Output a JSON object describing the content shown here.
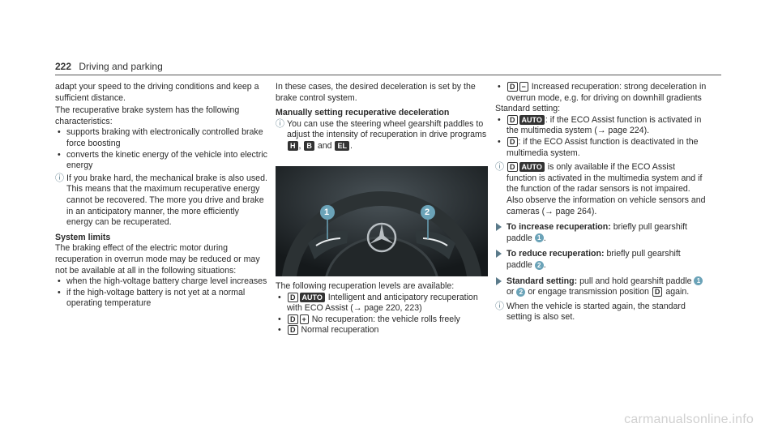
{
  "header": {
    "page_number": "222",
    "section": "Driving and parking"
  },
  "col1": {
    "p1": "adapt your speed to the driving conditions and keep a sufficient distance.",
    "p2": "The recuperative brake system has the following characteristics:",
    "bullets": [
      "supports braking with electronically controlled brake force boosting",
      "converts the kinetic energy of the vehicle into electric energy"
    ],
    "note": "If you brake hard, the mechanical brake is also used. This means that the maximum recuperative energy cannot be recovered. The more you drive and brake in an anticipatory manner, the more efficiently energy can be recuperated.",
    "heading": "System limits",
    "p3": "The braking effect of the electric motor during recuperation in overrun mode may be reduced or may not be available at all in the following situations:",
    "bullets2": [
      "when the high-voltage battery charge level increases",
      "if the high-voltage battery is not yet at a normal operating temperature"
    ]
  },
  "col2": {
    "p1": "In these cases, the desired deceleration is set by the brake control system.",
    "heading": "Manually setting recuperative deceleration",
    "note": "You can use the steering wheel gearshift paddles to adjust the intensity of recuperation in drive programs",
    "programs": [
      "H",
      "B",
      "EL"
    ],
    "note_and": "and",
    "figure_labels": [
      "1",
      "2"
    ],
    "p2": "The following recuperation levels are available:",
    "levels": [
      {
        "key": "D",
        "suffix": "AUTO",
        "text": "Intelligent and anticipatory recuperation with ECO Assist (→ page 220, 223)"
      },
      {
        "key": "D",
        "suffix": "+",
        "text": "No recuperation: the vehicle rolls freely"
      },
      {
        "key": "D",
        "suffix": "",
        "text": "Normal recuperation"
      }
    ]
  },
  "col3": {
    "b1_key": "D",
    "b1_suffix": "−",
    "b1_text": "Increased recuperation: strong deceleration in overrun mode, e.g. for driving on downhill gradients",
    "std": "Standard setting:",
    "b2_text": ": if the ECO Assist function is activated in the multimedia system (→ page 224).",
    "b3_text": ": if the ECO Assist function is deactivated in the multimedia system.",
    "note": "is only available if the ECO Assist function is activated in the multimedia system and if the function of the radar sensors is not impaired. Also observe the information on vehicle sensors and cameras (→ page 264).",
    "s1_label": "To increase recuperation:",
    "s1_text": "briefly pull gearshift paddle",
    "s2_label": "To reduce recuperation:",
    "s2_text": "briefly pull gearshift paddle",
    "s3_label": "Standard setting:",
    "s3_text": "pull and hold gearshift paddle",
    "s3_or": "or",
    "s3_text2": "or engage transmission position",
    "s3_again": "again.",
    "final_note": "When the vehicle is started again, the standard setting is also set.",
    "auto": "AUTO",
    "badge1": "1",
    "badge2": "2"
  },
  "footer": "carmanualsonline.info"
}
